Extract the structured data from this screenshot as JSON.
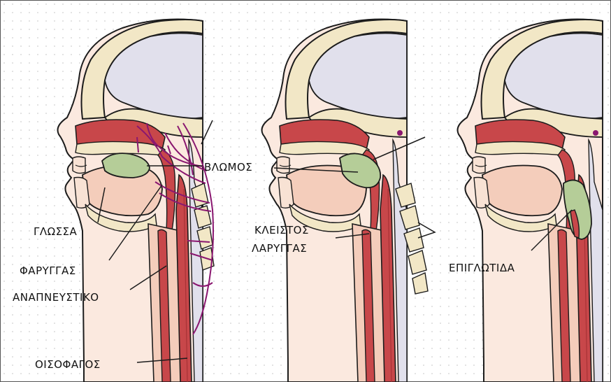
{
  "labels": {
    "bolus": "ΒΛΩΜΟΣ",
    "tongue": "ΓΛΩΣΣΑ",
    "pharynx": "ΦΑΡΥΓΓΑΣ",
    "respiratory": "ΑΝΑΠΝΕΥΣΤΙΚΟ",
    "esophagus": "ΟΙΣΟΦΑΓΟΣ",
    "closed_larynx_line1": "ΚΛΕΙΣΤΟΣ",
    "closed_larynx_line2": "ΛΑΡΥΓΓΑΣ",
    "epiglottis": "ΕΠΙΓΛΩΤΙΔΑ"
  },
  "colors": {
    "muscle": "#c8474a",
    "muscle_dark": "#a83236",
    "tissue": "#f4cdbb",
    "tissue_light": "#f8e2d4",
    "bone": "#f2e7c6",
    "brain": "#e1e0ec",
    "bolus": "#b5cd98",
    "nerve": "#8a1770",
    "outline": "#1c1c1c",
    "grid": "#d6d6d6"
  }
}
